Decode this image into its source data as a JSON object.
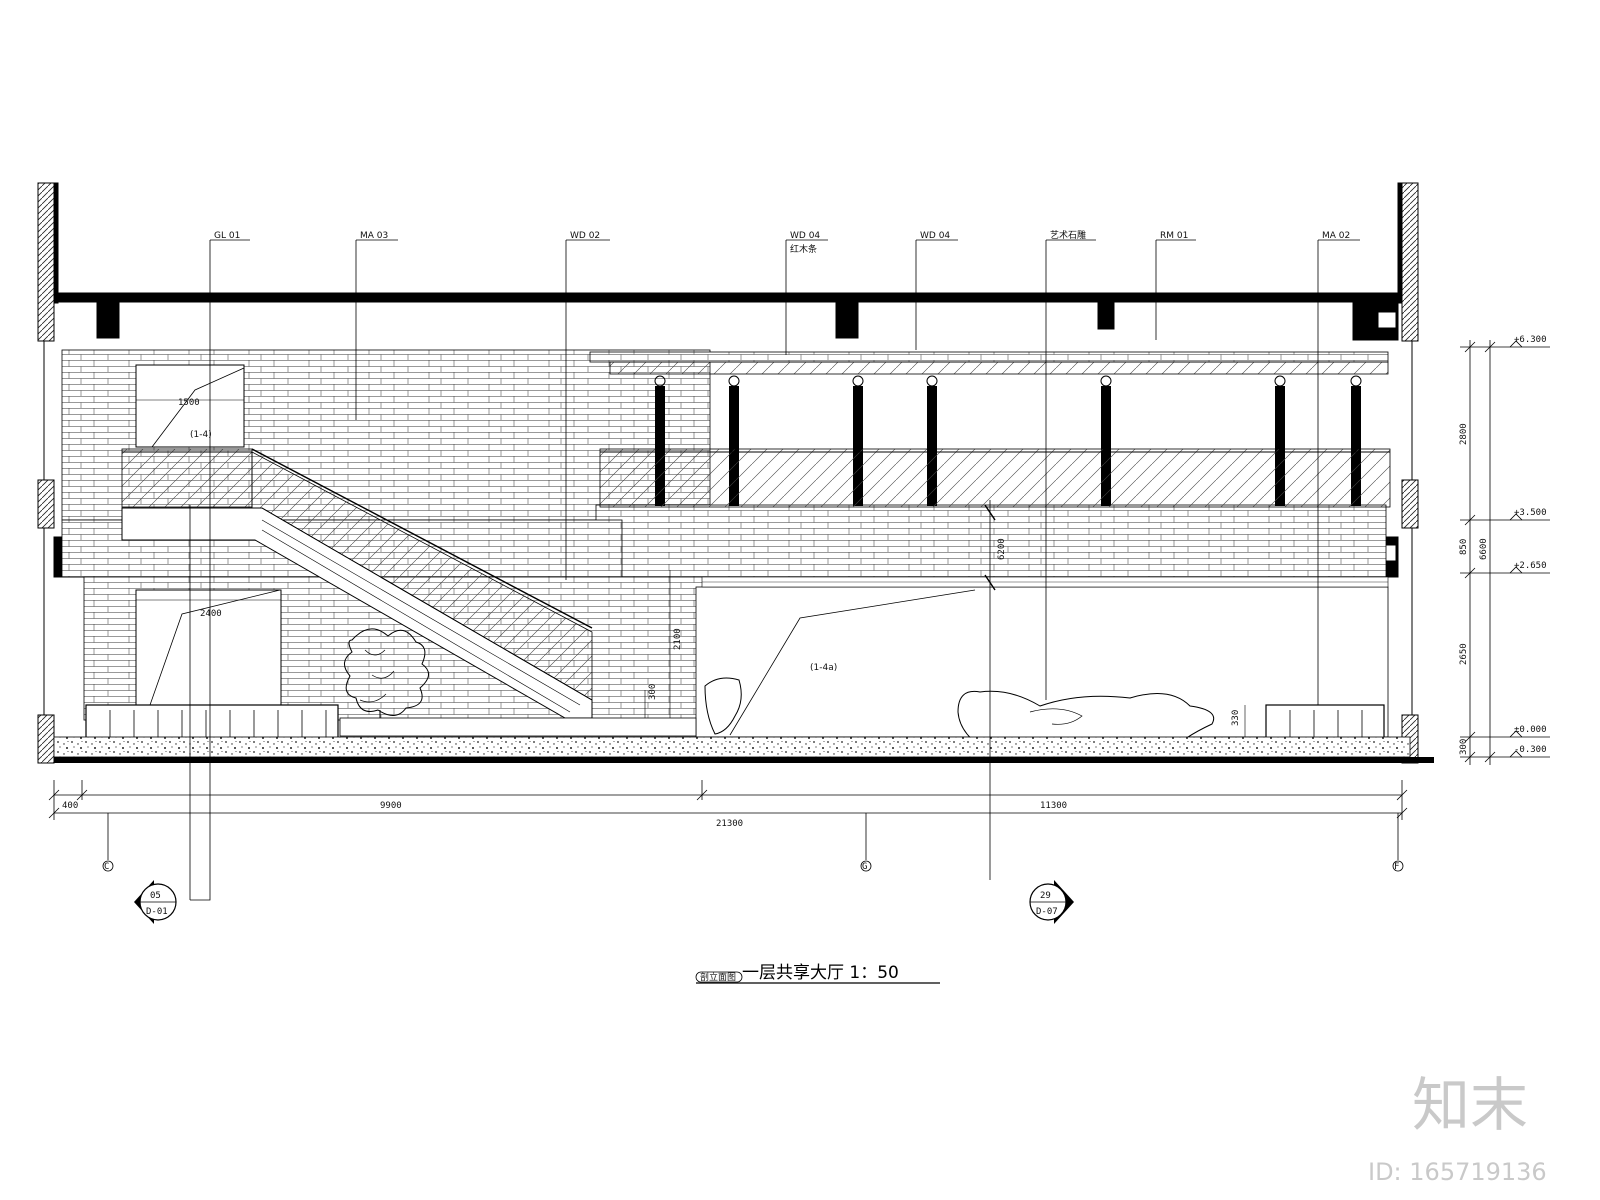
{
  "drawing": {
    "title": "一层共享大厅  1：50",
    "title_tag": "剖立面图",
    "material_tags": [
      {
        "code": "GL 01",
        "note": ""
      },
      {
        "code": "MA 03",
        "note": ""
      },
      {
        "code": "WD 02",
        "note": ""
      },
      {
        "code": "WD 04",
        "note": "红木条"
      },
      {
        "code": "WD 04",
        "note": ""
      },
      {
        "code": "艺术石雕",
        "note": ""
      },
      {
        "code": "RM 01",
        "note": ""
      },
      {
        "code": "MA 02",
        "note": ""
      }
    ],
    "levels": [
      "+6.300",
      "+3.500",
      "+2.650",
      "±0.000",
      "-0.300"
    ],
    "vertical_dims": [
      "2800",
      "850",
      "2650",
      "6600",
      "300"
    ],
    "horizontal_dims": [
      "400",
      "9900",
      "11300",
      "21300"
    ],
    "inner_dims": [
      "1500",
      "2400",
      "2100",
      "300",
      "330",
      "6200"
    ],
    "grid_axes": [
      "C",
      "G",
      "F"
    ],
    "section_markers": [
      {
        "number": "05",
        "sheet": "D-01"
      },
      {
        "number": "29",
        "sheet": "D-07"
      }
    ],
    "detail_callouts": [
      "(1-4)",
      "(1-4a)"
    ]
  },
  "watermark": {
    "brand": "知末",
    "id": "ID: 165719136"
  }
}
